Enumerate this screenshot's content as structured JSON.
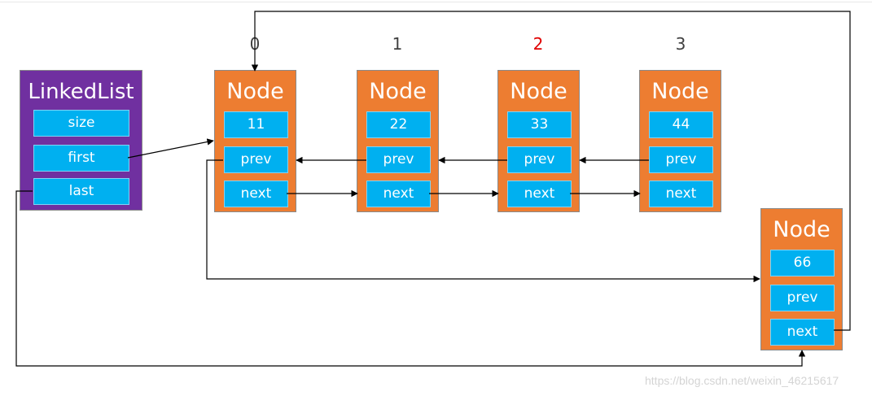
{
  "indices": [
    {
      "label": "0",
      "highlight": false
    },
    {
      "label": "1",
      "highlight": false
    },
    {
      "label": "2",
      "highlight": true
    },
    {
      "label": "3",
      "highlight": false
    }
  ],
  "linkedlist": {
    "title": "LinkedList",
    "fields": [
      "size",
      "first",
      "last"
    ]
  },
  "nodes": [
    {
      "title": "Node",
      "value": "11",
      "prev": "prev",
      "next": "next"
    },
    {
      "title": "Node",
      "value": "22",
      "prev": "prev",
      "next": "next"
    },
    {
      "title": "Node",
      "value": "33",
      "prev": "prev",
      "next": "next"
    },
    {
      "title": "Node",
      "value": "44",
      "prev": "prev",
      "next": "next"
    },
    {
      "title": "Node",
      "value": "66",
      "prev": "prev",
      "next": "next"
    }
  ],
  "colors": {
    "linkedlist_bg": "#7030a0",
    "node_bg": "#ed7d31",
    "field_bg": "#00b0f0",
    "highlight_index": "#e00000"
  },
  "watermark": "https://blog.csdn.net/weixin_46215617"
}
